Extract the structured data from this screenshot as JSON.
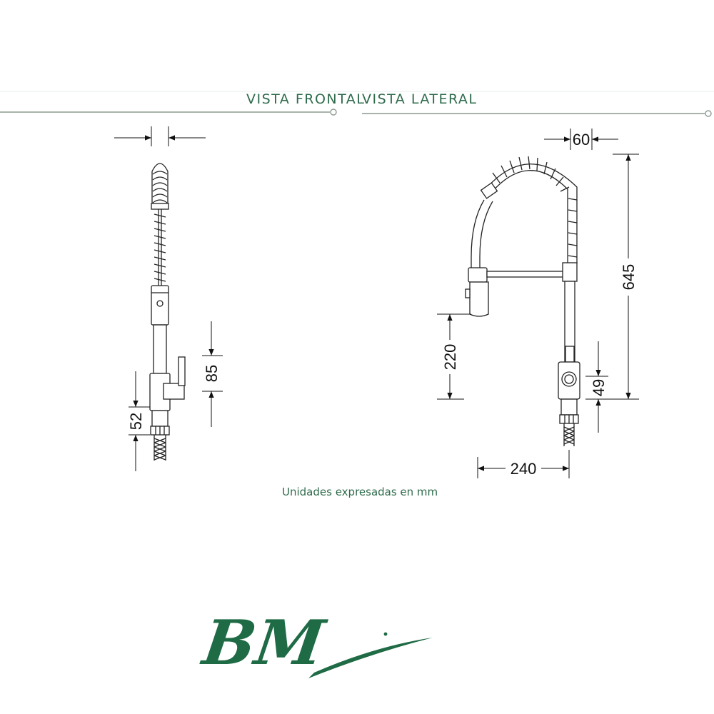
{
  "header": {
    "front_view_label": "VISTA FRONTAL",
    "side_view_label": "VISTA LATERAL",
    "rule_color": "#8c9a8f",
    "accent_color": "#2f6b4c"
  },
  "front_view": {
    "dimensions": {
      "lever_height": "85",
      "base_height": "52"
    }
  },
  "side_view": {
    "dimensions": {
      "spout_depth": "60",
      "total_height": "645",
      "spout_height": "220",
      "lever_height": "49",
      "reach": "240"
    }
  },
  "footer": {
    "units_note": "Unidades expresadas en mm"
  },
  "logo": {
    "text": "BM",
    "color": "#1e6b45"
  }
}
